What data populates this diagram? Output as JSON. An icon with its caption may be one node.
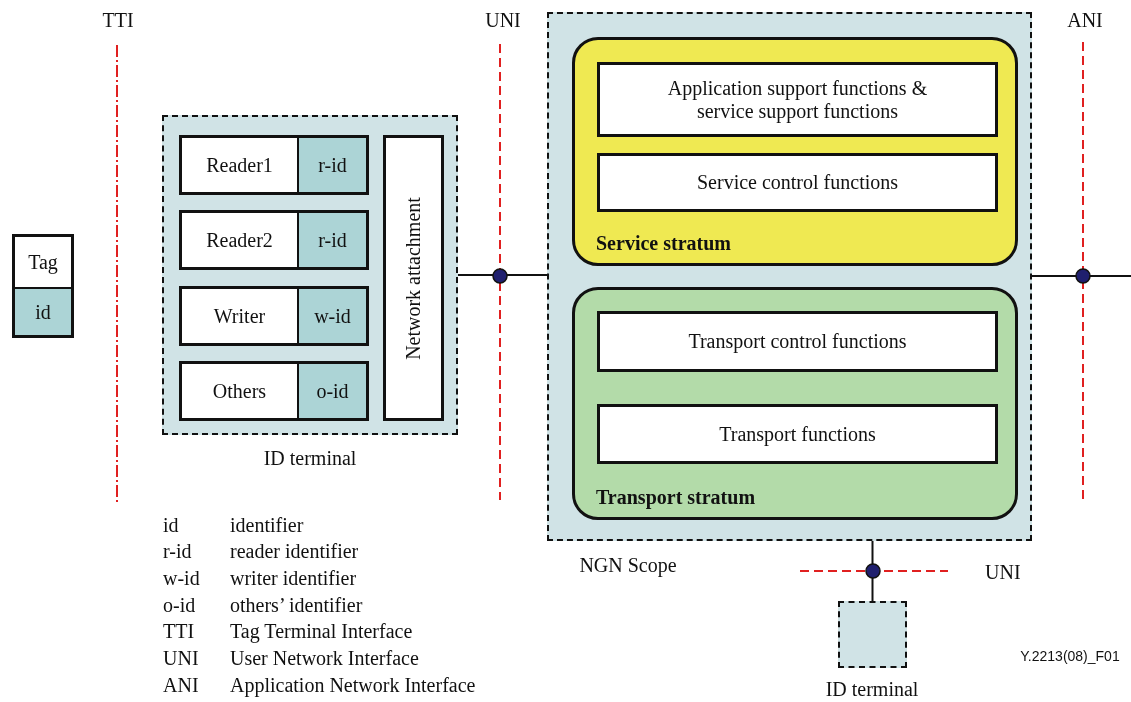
{
  "diagram": {
    "nodes": [
      {
        "text": [
          "Tag",
          "id"
        ]
      },
      {
        "text": [],
        "shape": "box",
        "beside": [
          "ID terminal"
        ]
      },
      {
        "text": [
          "Reader1",
          "r-id"
        ],
        "in": 1
      },
      {
        "text": [
          "Reader2",
          "r-id"
        ],
        "in": 1
      },
      {
        "text": [
          "Writer",
          "w-id"
        ],
        "in": 1
      },
      {
        "text": [
          "Others",
          "o-id"
        ],
        "in": 1
      },
      {
        "text": [
          "Network attachment"
        ],
        "in": 1
      },
      {
        "text": [],
        "shape": "box",
        "beside": [
          "NGN Scope"
        ]
      },
      {
        "text": [
          "Service stratum"
        ],
        "in": 7
      },
      {
        "text": [
          "Application support functions & service support functions"
        ],
        "in": 8
      },
      {
        "text": [
          "Service control functions"
        ],
        "in": 8
      },
      {
        "text": [
          "Transport stratum"
        ],
        "in": 7
      },
      {
        "text": [
          "Transport control functions"
        ],
        "in": 11
      },
      {
        "text": [
          "Transport functions"
        ],
        "in": 11
      },
      {
        "text": [],
        "shape": "box",
        "beside": [
          "ID terminal"
        ]
      }
    ],
    "edges": [
      {
        "from": 1,
        "to": 7,
        "arrow": "none"
      },
      {
        "from": 7,
        "to": null,
        "arrow": "none"
      },
      {
        "from": 7,
        "to": 14,
        "arrow": "none"
      }
    ],
    "labels": [
      "TTI",
      "UNI",
      "ANI",
      "id",
      "identifier",
      "r-id",
      "reader identifier",
      "w-id",
      "writer identifier",
      "o-id",
      "others’ identifier",
      "TTI",
      "Tag Terminal Interface",
      "UNI",
      "User Network Interface",
      "ANI",
      "Application Network Interface",
      "UNI",
      "Y.2213(08)_F01"
    ]
  }
}
